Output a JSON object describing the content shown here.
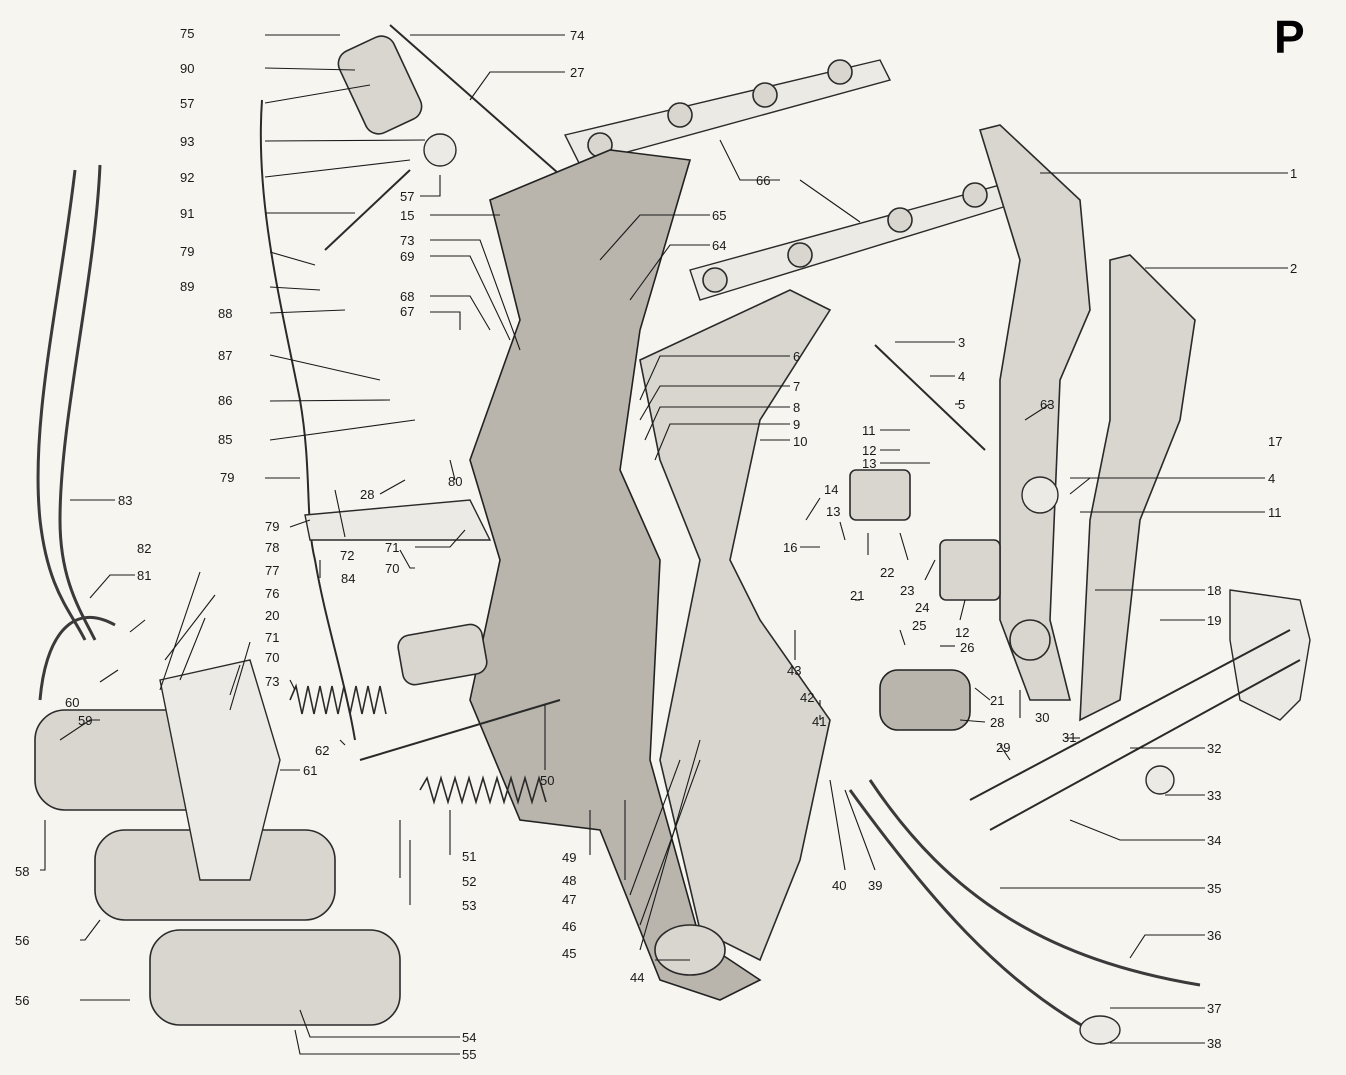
{
  "page_letter": "P",
  "callouts": [
    {
      "id": "1",
      "text": "1"
    },
    {
      "id": "2",
      "text": "2"
    },
    {
      "id": "3",
      "text": "3"
    },
    {
      "id": "4a",
      "text": "4"
    },
    {
      "id": "4b",
      "text": "4"
    },
    {
      "id": "5",
      "text": "5"
    },
    {
      "id": "6",
      "text": "6"
    },
    {
      "id": "7",
      "text": "7"
    },
    {
      "id": "8",
      "text": "8"
    },
    {
      "id": "9",
      "text": "9"
    },
    {
      "id": "10",
      "text": "10"
    },
    {
      "id": "11a",
      "text": "11"
    },
    {
      "id": "11b",
      "text": "11"
    },
    {
      "id": "12a",
      "text": "12"
    },
    {
      "id": "12b",
      "text": "12"
    },
    {
      "id": "13a",
      "text": "13"
    },
    {
      "id": "13b",
      "text": "13"
    },
    {
      "id": "14",
      "text": "14"
    },
    {
      "id": "15",
      "text": "15"
    },
    {
      "id": "16",
      "text": "16"
    },
    {
      "id": "17",
      "text": "17"
    },
    {
      "id": "18",
      "text": "18"
    },
    {
      "id": "19",
      "text": "19"
    },
    {
      "id": "20",
      "text": "20"
    },
    {
      "id": "21a",
      "text": "21"
    },
    {
      "id": "21b",
      "text": "21"
    },
    {
      "id": "22",
      "text": "22"
    },
    {
      "id": "23",
      "text": "23"
    },
    {
      "id": "24",
      "text": "24"
    },
    {
      "id": "25",
      "text": "25"
    },
    {
      "id": "26",
      "text": "26"
    },
    {
      "id": "27",
      "text": "27"
    },
    {
      "id": "28a",
      "text": "28"
    },
    {
      "id": "28b",
      "text": "28"
    },
    {
      "id": "29",
      "text": "29"
    },
    {
      "id": "30",
      "text": "30"
    },
    {
      "id": "31",
      "text": "31"
    },
    {
      "id": "32",
      "text": "32"
    },
    {
      "id": "33",
      "text": "33"
    },
    {
      "id": "34",
      "text": "34"
    },
    {
      "id": "35",
      "text": "35"
    },
    {
      "id": "36",
      "text": "36"
    },
    {
      "id": "37",
      "text": "37"
    },
    {
      "id": "38",
      "text": "38"
    },
    {
      "id": "39",
      "text": "39"
    },
    {
      "id": "40",
      "text": "40"
    },
    {
      "id": "41",
      "text": "41"
    },
    {
      "id": "42",
      "text": "42"
    },
    {
      "id": "43",
      "text": "43"
    },
    {
      "id": "44",
      "text": "44"
    },
    {
      "id": "45",
      "text": "45"
    },
    {
      "id": "46",
      "text": "46"
    },
    {
      "id": "47",
      "text": "47"
    },
    {
      "id": "48",
      "text": "48"
    },
    {
      "id": "49",
      "text": "49"
    },
    {
      "id": "50",
      "text": "50"
    },
    {
      "id": "51",
      "text": "51"
    },
    {
      "id": "52",
      "text": "52"
    },
    {
      "id": "53",
      "text": "53"
    },
    {
      "id": "54",
      "text": "54"
    },
    {
      "id": "55",
      "text": "55"
    },
    {
      "id": "56a",
      "text": "56"
    },
    {
      "id": "56b",
      "text": "56"
    },
    {
      "id": "57a",
      "text": "57"
    },
    {
      "id": "57b",
      "text": "57"
    },
    {
      "id": "58",
      "text": "58"
    },
    {
      "id": "59",
      "text": "59"
    },
    {
      "id": "60",
      "text": "60"
    },
    {
      "id": "61",
      "text": "61"
    },
    {
      "id": "62",
      "text": "62"
    },
    {
      "id": "63",
      "text": "63"
    },
    {
      "id": "64",
      "text": "64"
    },
    {
      "id": "65",
      "text": "65"
    },
    {
      "id": "66",
      "text": "66"
    },
    {
      "id": "67",
      "text": "67"
    },
    {
      "id": "68",
      "text": "68"
    },
    {
      "id": "69",
      "text": "69"
    },
    {
      "id": "70a",
      "text": "70"
    },
    {
      "id": "70b",
      "text": "70"
    },
    {
      "id": "71a",
      "text": "71"
    },
    {
      "id": "71b",
      "text": "71"
    },
    {
      "id": "72",
      "text": "72"
    },
    {
      "id": "73a",
      "text": "73"
    },
    {
      "id": "73b",
      "text": "73"
    },
    {
      "id": "74",
      "text": "74"
    },
    {
      "id": "75",
      "text": "75"
    },
    {
      "id": "76",
      "text": "76"
    },
    {
      "id": "77",
      "text": "77"
    },
    {
      "id": "78",
      "text": "78"
    },
    {
      "id": "79a",
      "text": "79"
    },
    {
      "id": "79b",
      "text": "79"
    },
    {
      "id": "79c",
      "text": "79"
    },
    {
      "id": "80",
      "text": "80"
    },
    {
      "id": "81",
      "text": "81"
    },
    {
      "id": "82",
      "text": "82"
    },
    {
      "id": "83",
      "text": "83"
    },
    {
      "id": "84",
      "text": "84"
    },
    {
      "id": "85",
      "text": "85"
    },
    {
      "id": "86",
      "text": "86"
    },
    {
      "id": "87",
      "text": "87"
    },
    {
      "id": "88",
      "text": "88"
    },
    {
      "id": "89",
      "text": "89"
    },
    {
      "id": "90",
      "text": "90"
    },
    {
      "id": "91",
      "text": "91"
    },
    {
      "id": "92",
      "text": "92"
    },
    {
      "id": "93",
      "text": "93"
    }
  ]
}
